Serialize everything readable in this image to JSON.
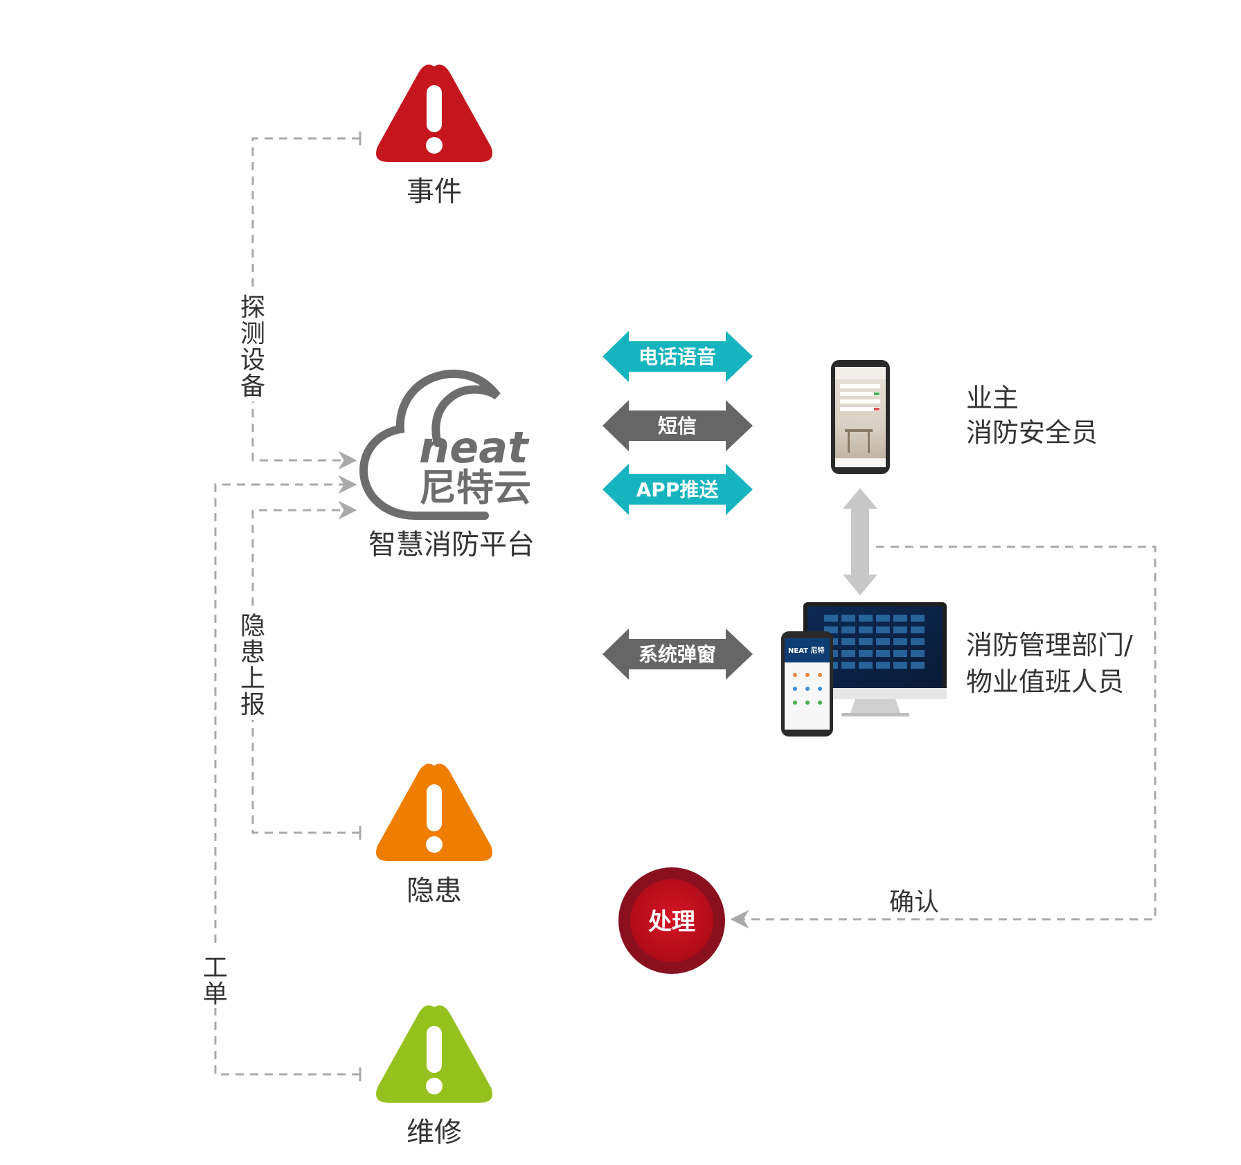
{
  "colors": {
    "red": "#c4161c",
    "orange": "#ef7d00",
    "green": "#95c11f",
    "teal": "#16b4be",
    "gray_arrow": "#666666",
    "light_gray": "#c8c8c8",
    "cloud": "#6d6d6d",
    "dash": "#a9a9a9",
    "process_red": "#b80b1a",
    "process_ring": "#8a0f1f"
  },
  "nodes": {
    "event": {
      "label": "事件",
      "icon": "warning-triangle-icon"
    },
    "hazard": {
      "label": "隐患",
      "icon": "warning-triangle-icon"
    },
    "repair": {
      "label": "维修",
      "icon": "warning-triangle-icon"
    },
    "platform": {
      "logo_text": "neat",
      "logo_cn": "尼特云",
      "label": "智慧消防平台"
    }
  },
  "connectors": {
    "detect": "探测设备",
    "report": "隐患上报",
    "workorder": "工单",
    "confirm": "确认"
  },
  "channels": [
    {
      "label": "电话语音",
      "color": "teal"
    },
    {
      "label": "短信",
      "color": "gray"
    },
    {
      "label": "APP推送",
      "color": "teal"
    },
    {
      "label": "系统弹窗",
      "color": "gray"
    }
  ],
  "roles": {
    "owner": {
      "line1": "业主",
      "line2": "消防安全员"
    },
    "mgmt": {
      "line1": "消防管理部门/",
      "line2": "物业值班人员"
    }
  },
  "process": {
    "label": "处理"
  },
  "screen": {
    "brand": "NEAT 尼特"
  }
}
